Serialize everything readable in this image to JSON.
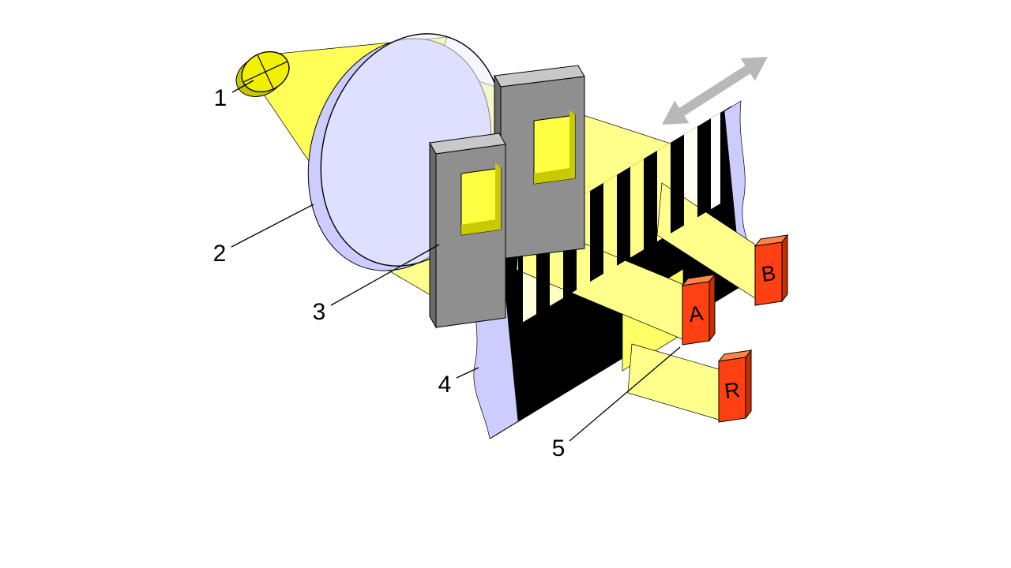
{
  "diagram": {
    "callouts": {
      "c1": "1",
      "c2": "2",
      "c3": "3",
      "c4": "4",
      "c5": "5"
    },
    "detector_labels": {
      "a": "A",
      "b": "B",
      "r": "R"
    },
    "colors": {
      "background": "#ffffff",
      "cone": "#ffff57",
      "bulb": "#f0f000",
      "bulb_shade": "#c8c800",
      "lens_rim": "#ccccff",
      "lens_face": "#eeeeff",
      "beam": "#ffff8c",
      "beam_bright": "#ffff42",
      "window": "#ffff66",
      "mask_front": "#8f8f8f",
      "mask_top": "#c8c8c8",
      "mask_side": "#6a6a6a",
      "hole_inner": "#c9c900",
      "scale_black": "#000000",
      "scale_edge": "#ccccff",
      "stripe_white": "#ffffff",
      "detector_front": "#ff4013",
      "detector_top": "#ff8547",
      "detector_side": "#c62d00",
      "arrow": "#b8b8b8",
      "line": "#000000"
    }
  }
}
